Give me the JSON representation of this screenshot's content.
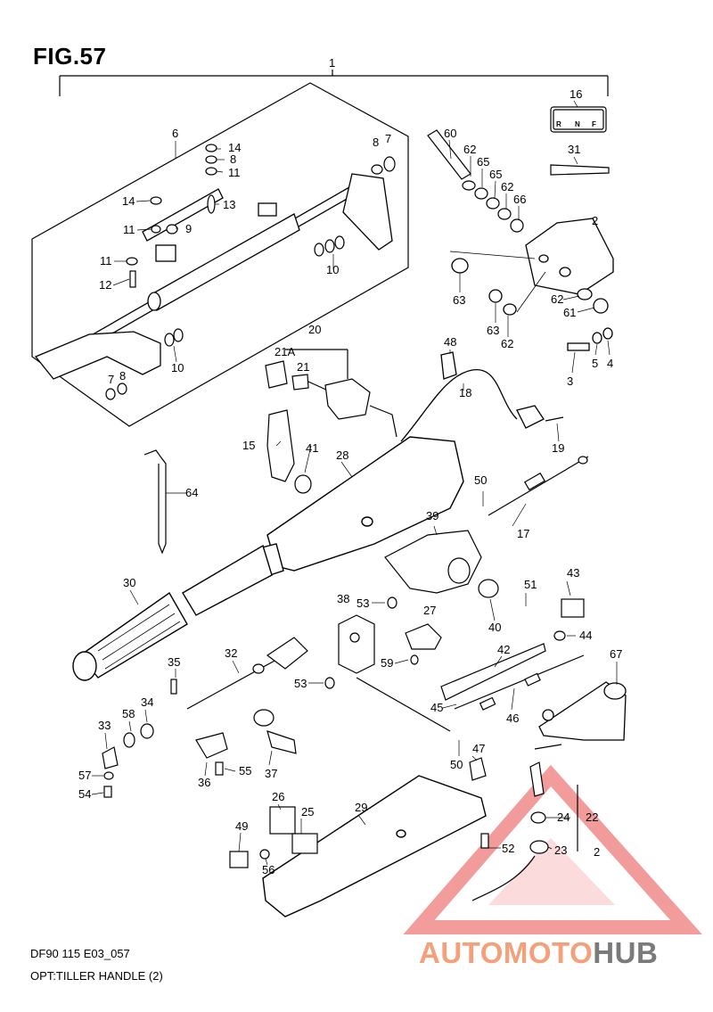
{
  "figure": {
    "title": "FIG.57",
    "code": "DF90 115 E03_057",
    "caption": "OPT:TILLER HANDLE (2)"
  },
  "parts": [
    "1",
    "2",
    "3",
    "4",
    "5",
    "6",
    "7",
    "8",
    "9",
    "10",
    "11",
    "12",
    "13",
    "14",
    "15",
    "16",
    "17",
    "18",
    "19",
    "20",
    "21",
    "21A",
    "22",
    "23",
    "24",
    "25",
    "26",
    "27",
    "28",
    "29",
    "30",
    "31",
    "32",
    "33",
    "34",
    "35",
    "36",
    "37",
    "38",
    "39",
    "40",
    "41",
    "42",
    "43",
    "44",
    "45",
    "46",
    "47",
    "48",
    "49",
    "50",
    "51",
    "52",
    "53",
    "54",
    "55",
    "56",
    "57",
    "58",
    "59",
    "60",
    "61",
    "62",
    "63",
    "64",
    "65",
    "66",
    "67"
  ],
  "shift_plate": {
    "label_r": "R",
    "label_n": "N",
    "label_f": "F"
  },
  "watermark": {
    "part_a": "AUTOMOTO",
    "part_b": "HUB",
    "color_a": "#f4a17b",
    "color_b": "#7a7a7a",
    "logo": "red-triangle-logo"
  }
}
